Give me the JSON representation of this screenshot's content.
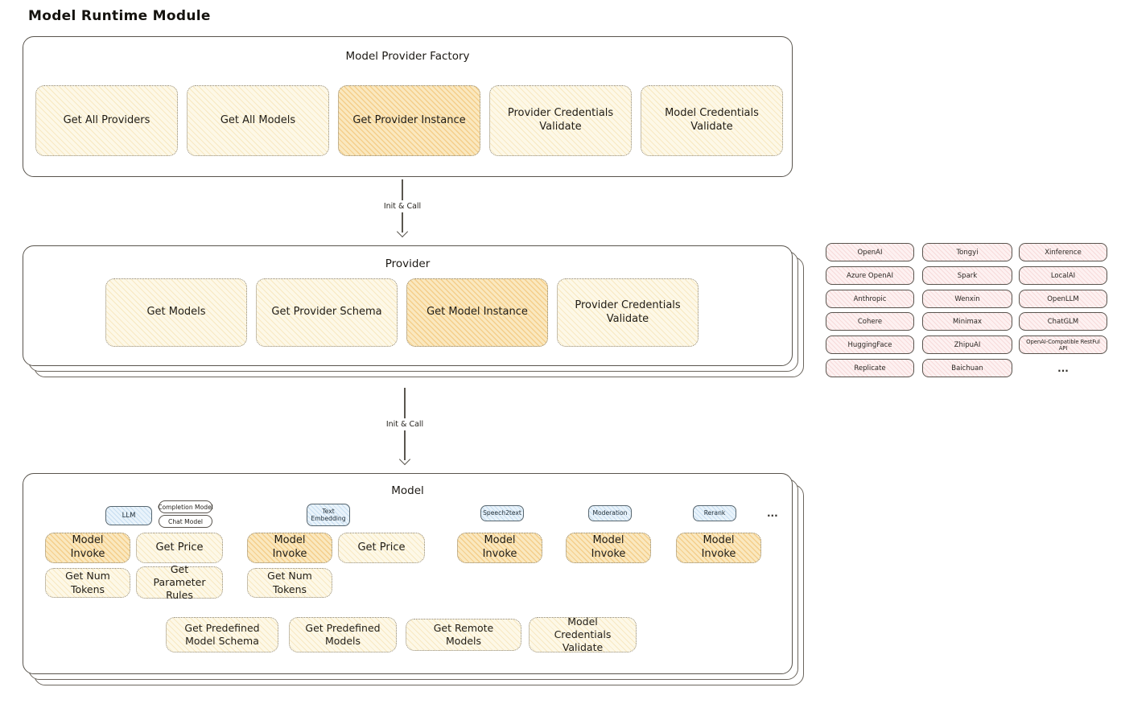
{
  "page_title": "Model Runtime Module",
  "colors": {
    "node_yellow": "#fdf8e7",
    "node_highlight": "#fae8bf",
    "provider_pink": "#fdf1f1",
    "tag_blue": "#e9f3fb"
  },
  "arrows": {
    "label": "Init & Call"
  },
  "factory": {
    "title": "Model Provider Factory",
    "items": [
      {
        "label": "Get All Providers",
        "highlighted": false
      },
      {
        "label": "Get All Models",
        "highlighted": false
      },
      {
        "label": "Get Provider Instance",
        "highlighted": true
      },
      {
        "label": "Provider Credentials Validate",
        "highlighted": false
      },
      {
        "label": "Model Credentials Validate",
        "highlighted": false
      }
    ]
  },
  "provider": {
    "title": "Provider",
    "items": [
      {
        "label": "Get Models",
        "highlighted": false
      },
      {
        "label": "Get Provider Schema",
        "highlighted": false
      },
      {
        "label": "Get Model Instance",
        "highlighted": true
      },
      {
        "label": "Provider Credentials Validate",
        "highlighted": false
      }
    ]
  },
  "provider_list": {
    "col1": [
      "OpenAI",
      "Azure OpenAI",
      "Anthropic",
      "Cohere",
      "HuggingFace",
      "Replicate"
    ],
    "col2": [
      "Tongyi",
      "Spark",
      "Wenxin",
      "Minimax",
      "ZhipuAI",
      "Baichuan"
    ],
    "col3": [
      "Xinference",
      "LocalAI",
      "OpenLLM",
      "ChatGLM",
      "OpenAI-Compatible RestFul API"
    ],
    "more": "..."
  },
  "model": {
    "title": "Model",
    "tags": {
      "llm": "LLM",
      "completion": "Completion Model",
      "chat": "Chat Model",
      "text_embedding": "Text Embedding",
      "speech2text": "Speech2text",
      "moderation": "Moderation",
      "rerank": "Rerank",
      "more": "..."
    },
    "ops": {
      "model_invoke": "Model Invoke",
      "get_price": "Get Price",
      "get_num_tokens": "Get Num Tokens",
      "get_parameter_rules": "Get Parameter Rules",
      "get_predefined_model_schema": "Get Predefined Model Schema",
      "get_predefined_models": "Get Predefined Models",
      "get_remote_models": "Get Remote Models",
      "model_credentials_validate": "Model Credentials Validate"
    }
  }
}
